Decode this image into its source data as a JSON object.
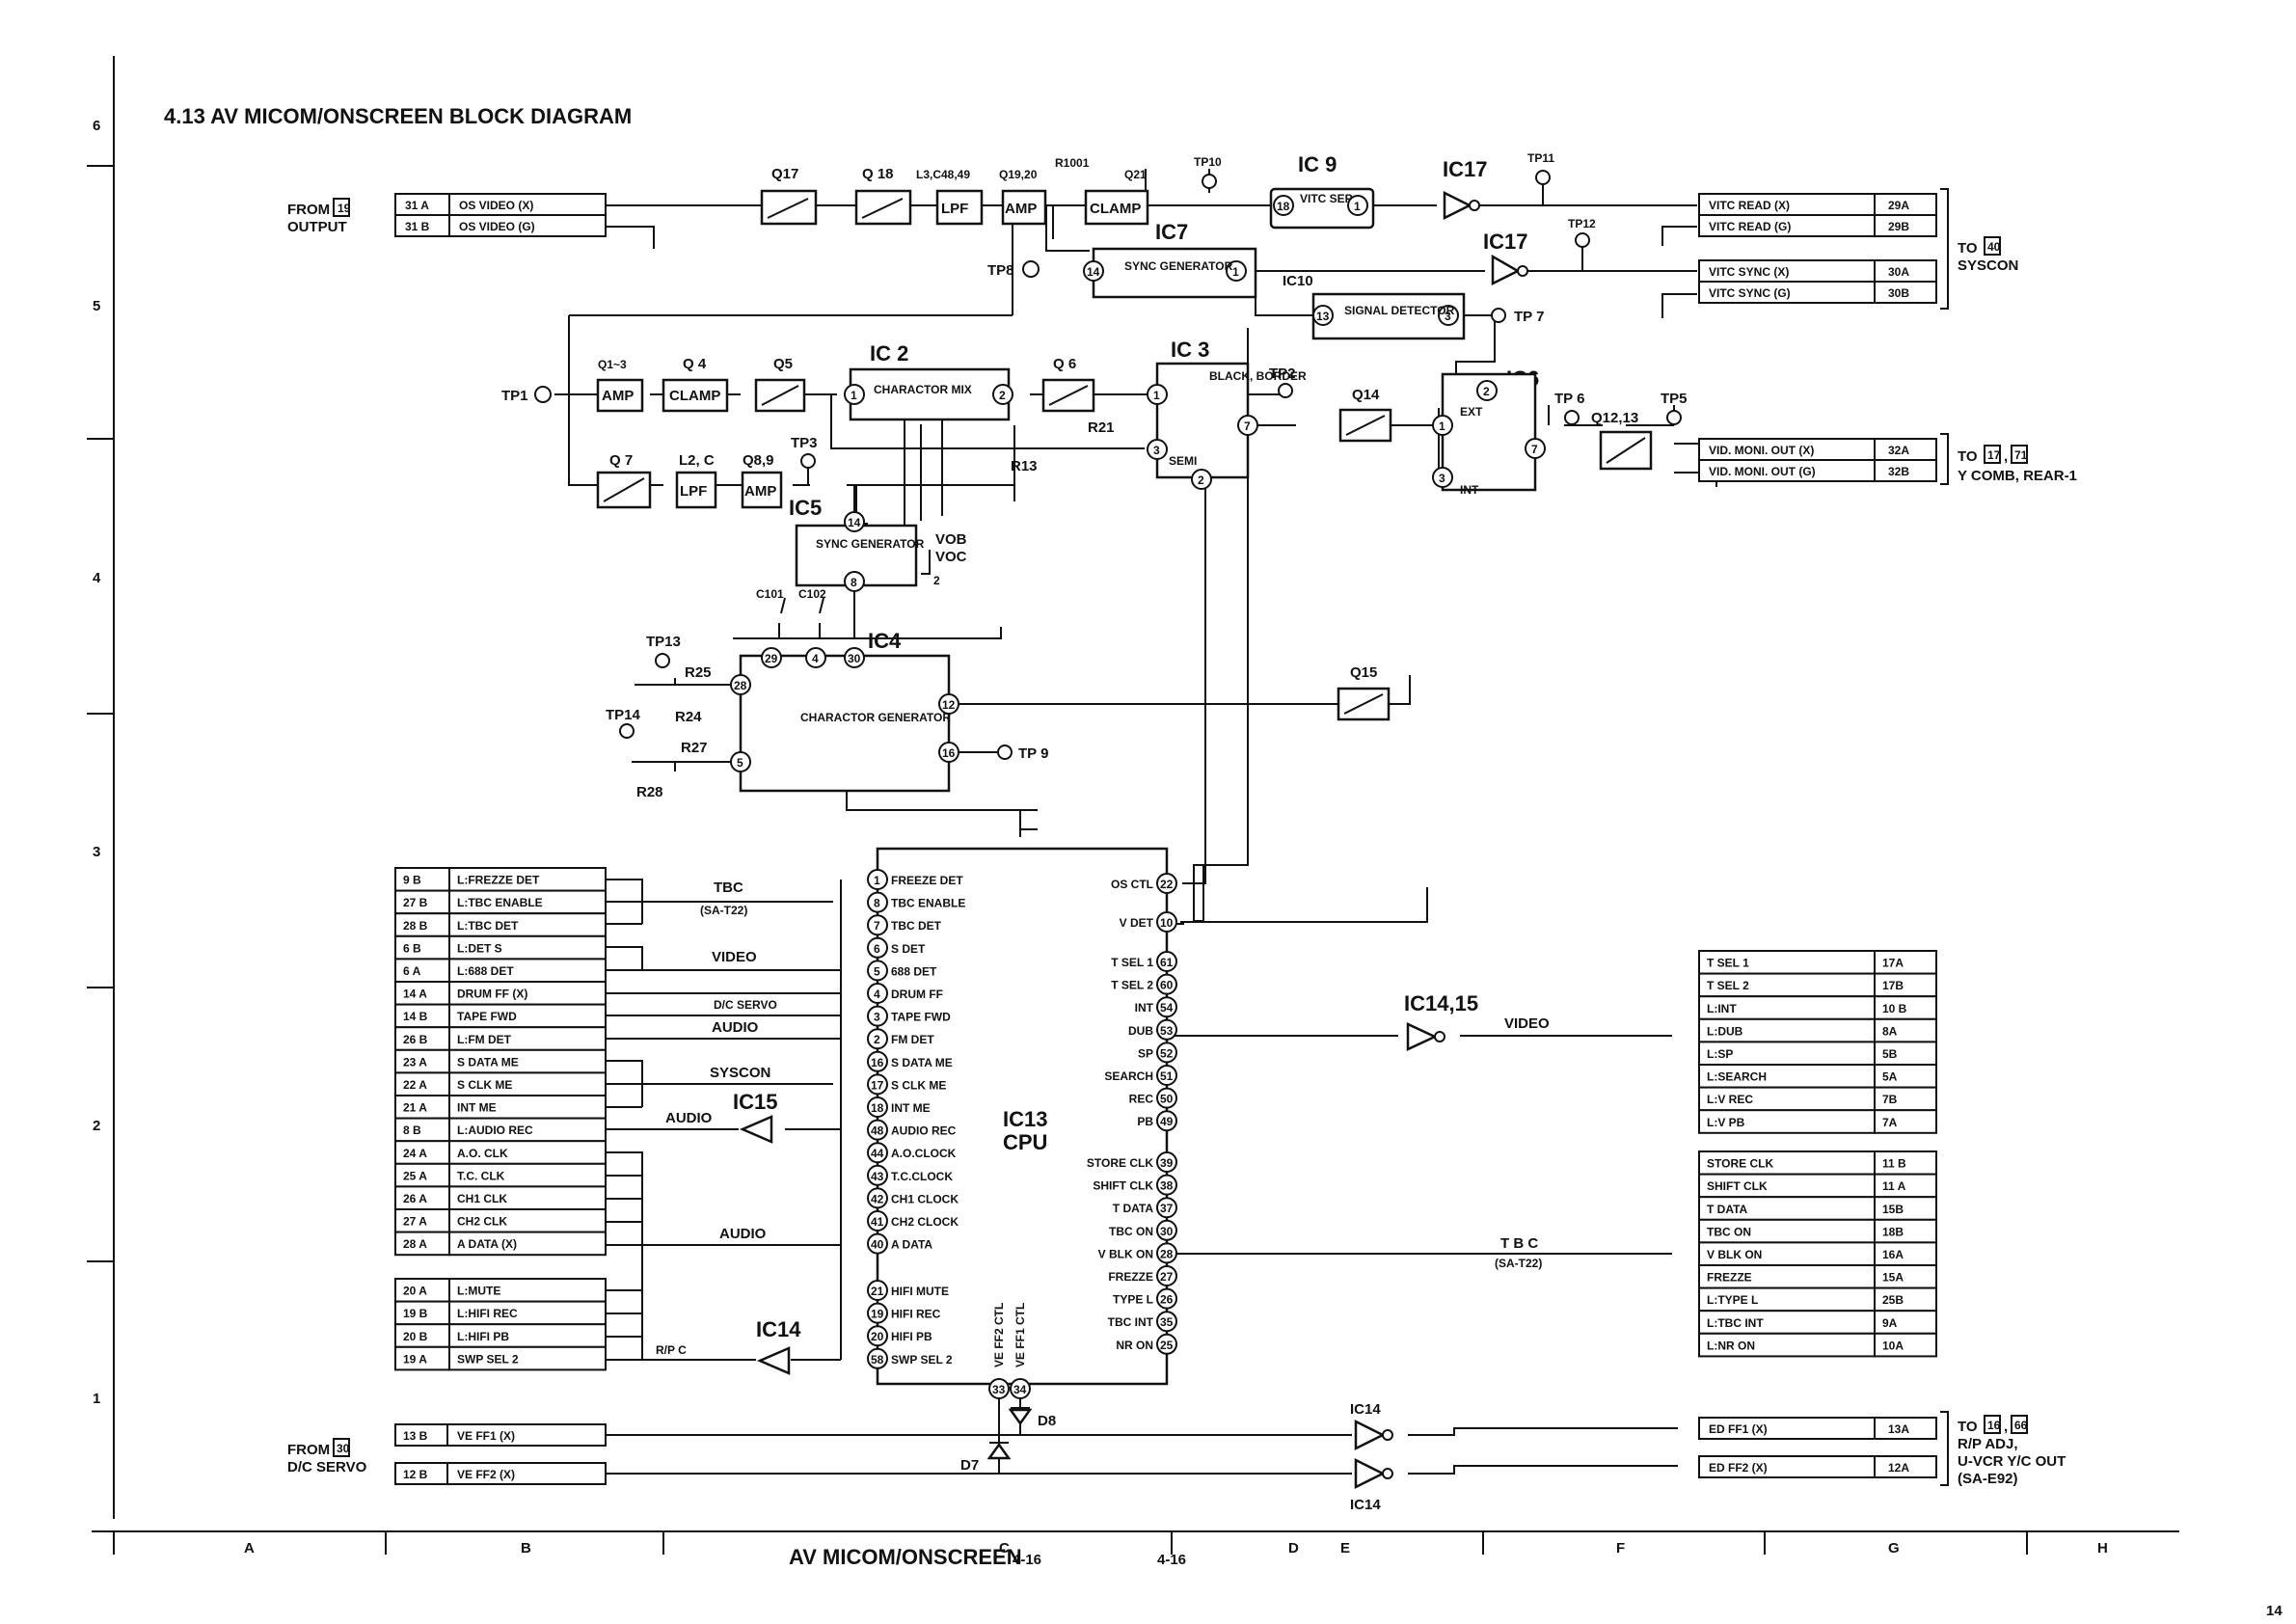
{
  "title": "4.13  AV MICOM/ONSCREEN BLOCK DIAGRAM",
  "footer": {
    "center": "AV MICOM/ONSCREEN",
    "page_left": "4-16",
    "page_right": "4-16",
    "page_number": "14"
  },
  "grid": {
    "cols": [
      "A",
      "B",
      "C",
      "D",
      "E",
      "F",
      "G",
      "H"
    ],
    "rows": [
      "6",
      "5",
      "4",
      "3",
      "2",
      "1"
    ]
  },
  "sources": {
    "output": {
      "label1": "FROM",
      "num": "19",
      "label2": "OUTPUT"
    },
    "dc_servo": {
      "label1": "FROM",
      "num": "30",
      "label2": "D/C SERVO"
    }
  },
  "dests": {
    "syscon": {
      "label1": "TO",
      "num": "40",
      "label2": "SYSCON"
    },
    "ycomb": {
      "label1": "TO",
      "num1": "17",
      "num2": "71",
      "label2": "Y COMB, REAR-1"
    },
    "rp": {
      "label1": "TO",
      "num1": "16",
      "num2": "66",
      "line2": "R/P ADJ,",
      "line3": "U-VCR Y/C OUT",
      "line4": "(SA-E92)"
    }
  },
  "connectors": {
    "os_in": [
      {
        "pin": "31 A",
        "name": "OS  VIDEO (X)"
      },
      {
        "pin": "31 B",
        "name": "OS  VIDEO (G)"
      }
    ],
    "vitc_out": [
      {
        "name": "VITC  READ (X)",
        "pin": "29A"
      },
      {
        "name": "VITC  READ (G)",
        "pin": "29B"
      },
      {
        "name": "VITC  SYNC (X)",
        "pin": "30A"
      },
      {
        "name": "VITC  SYNC (G)",
        "pin": "30B"
      }
    ],
    "vid_out": [
      {
        "name": "VID. MONI. OUT (X)",
        "pin": "32A"
      },
      {
        "name": "VID. MONI. OUT (G)",
        "pin": "32B"
      }
    ],
    "left": [
      {
        "pin": "9 B",
        "name": "L:FREZZE DET"
      },
      {
        "pin": "27 B",
        "name": "L:TBC ENABLE"
      },
      {
        "pin": "28 B",
        "name": "L:TBC DET"
      },
      {
        "pin": "6 B",
        "name": "L:DET S"
      },
      {
        "pin": "6 A",
        "name": "L:688 DET"
      },
      {
        "pin": "14 A",
        "name": "DRUM FF (X)"
      },
      {
        "pin": "14 B",
        "name": "TAPE FWD"
      },
      {
        "pin": "26 B",
        "name": "L:FM DET"
      },
      {
        "pin": "23 A",
        "name": "S DATA ME"
      },
      {
        "pin": "22 A",
        "name": "S CLK ME"
      },
      {
        "pin": "21 A",
        "name": "INT ME"
      },
      {
        "pin": "8 B",
        "name": "L:AUDIO REC"
      },
      {
        "pin": "24 A",
        "name": "A.O. CLK"
      },
      {
        "pin": "25 A",
        "name": "T.C. CLK"
      },
      {
        "pin": "26 A",
        "name": "CH1 CLK"
      },
      {
        "pin": "27 A",
        "name": "CH2 CLK"
      },
      {
        "pin": "28 A",
        "name": "A DATA (X)"
      }
    ],
    "left2": [
      {
        "pin": "20 A",
        "name": "L:MUTE"
      },
      {
        "pin": "19 B",
        "name": "L:HIFI REC"
      },
      {
        "pin": "20 B",
        "name": "L:HIFI PB"
      },
      {
        "pin": "19 A",
        "name": "SWP SEL 2"
      }
    ],
    "right1": [
      {
        "name": "T SEL 1",
        "pin": "17A"
      },
      {
        "name": "T SEL 2",
        "pin": "17B"
      },
      {
        "name": "L:INT",
        "pin": "10 B"
      },
      {
        "name": "L:DUB",
        "pin": "8A"
      },
      {
        "name": "L:SP",
        "pin": "5B"
      },
      {
        "name": "L:SEARCH",
        "pin": "5A"
      },
      {
        "name": "L:V REC",
        "pin": "7B"
      },
      {
        "name": "L:V PB",
        "pin": "7A"
      }
    ],
    "right2": [
      {
        "name": "STORE CLK",
        "pin": "11 B"
      },
      {
        "name": "SHIFT CLK",
        "pin": "11 A"
      },
      {
        "name": "T DATA",
        "pin": "15B"
      },
      {
        "name": "TBC ON",
        "pin": "18B"
      },
      {
        "name": "V BLK ON",
        "pin": "16A"
      },
      {
        "name": "FREZZE",
        "pin": "15A"
      },
      {
        "name": "L:TYPE L",
        "pin": "25B"
      },
      {
        "name": "L:TBC INT",
        "pin": "9A"
      },
      {
        "name": "L:NR ON",
        "pin": "10A"
      }
    ],
    "ve_in": [
      {
        "pin": "13 B",
        "name": "VE FF1 (X)"
      },
      {
        "pin": "12 B",
        "name": "VE FF2 (X)"
      }
    ],
    "ed_out": [
      {
        "name": "ED FF1 (X)",
        "pin": "13A"
      },
      {
        "name": "ED FF2 (X)",
        "pin": "12A"
      }
    ]
  },
  "cpu": {
    "name": "IC13",
    "sub": "CPU",
    "left_pins": [
      {
        "n": "1",
        "name": "FREEZE DET"
      },
      {
        "n": "8",
        "name": "TBC ENABLE"
      },
      {
        "n": "7",
        "name": "TBC DET"
      },
      {
        "n": "6",
        "name": "S DET"
      },
      {
        "n": "5",
        "name": "688 DET"
      },
      {
        "n": "4",
        "name": "DRUM FF"
      },
      {
        "n": "3",
        "name": "TAPE FWD"
      },
      {
        "n": "2",
        "name": "FM DET"
      },
      {
        "n": "16",
        "name": "S DATA ME"
      },
      {
        "n": "17",
        "name": "S CLK ME"
      },
      {
        "n": "18",
        "name": "INT ME"
      },
      {
        "n": "48",
        "name": "AUDIO REC"
      },
      {
        "n": "44",
        "name": "A.O.CLOCK"
      },
      {
        "n": "43",
        "name": "T.C.CLOCK"
      },
      {
        "n": "42",
        "name": "CH1 CLOCK"
      },
      {
        "n": "41",
        "name": "CH2 CLOCK"
      },
      {
        "n": "40",
        "name": "A DATA"
      },
      {
        "n": "21",
        "name": "HIFI MUTE"
      },
      {
        "n": "19",
        "name": "HIFI REC"
      },
      {
        "n": "20",
        "name": "HIFI PB"
      },
      {
        "n": "58",
        "name": "SWP SEL 2"
      }
    ],
    "right_pins": [
      {
        "n": "22",
        "name": "OS CTL"
      },
      {
        "n": "10",
        "name": "V DET"
      },
      {
        "n": "61",
        "name": "T SEL 1"
      },
      {
        "n": "60",
        "name": "T SEL 2"
      },
      {
        "n": "54",
        "name": "INT"
      },
      {
        "n": "53",
        "name": "DUB"
      },
      {
        "n": "52",
        "name": "SP"
      },
      {
        "n": "51",
        "name": "SEARCH"
      },
      {
        "n": "50",
        "name": "REC"
      },
      {
        "n": "49",
        "name": "PB"
      },
      {
        "n": "39",
        "name": "STORE CLK"
      },
      {
        "n": "38",
        "name": "SHIFT CLK"
      },
      {
        "n": "37",
        "name": "T DATA"
      },
      {
        "n": "30",
        "name": "TBC ON"
      },
      {
        "n": "28",
        "name": "V BLK ON"
      },
      {
        "n": "27",
        "name": "FREZZE"
      },
      {
        "n": "26",
        "name": "TYPE L"
      },
      {
        "n": "35",
        "name": "TBC INT"
      },
      {
        "n": "25",
        "name": "NR ON"
      }
    ],
    "bottom_pins": [
      {
        "n": "33",
        "name": "VE FF2 CTL"
      },
      {
        "n": "34",
        "name": "VE FF1 CTL"
      }
    ]
  },
  "blocks": {
    "q17": "Q17",
    "q18": "Q 18",
    "l3": "L3,C48,49",
    "lpf": "LPF",
    "q1920": "Q19,20",
    "amp": "AMP",
    "r1001": "R1001",
    "q21": "Q21",
    "clamp": "CLAMP",
    "tp10": "TP10",
    "ic9": "IC 9",
    "vitc_sep": "VITC SEP",
    "ic17a": "IC17",
    "tp11": "TP11",
    "ic7": "IC7",
    "sync_gen": "SYNC GENERATOR",
    "tp8": "TP8",
    "ic17b": "IC17",
    "tp12": "TP12",
    "ic10": "IC10",
    "sig_det": "SIGNAL DETECTOR",
    "tp7": "TP 7",
    "tp1": "TP1",
    "q13": "Q1~3",
    "q4": "Q 4",
    "q5": "Q5",
    "clamp2": "CLAMP",
    "ic2": "IC 2",
    "char_mix": "CHARACTOR MIX",
    "q6": "Q 6",
    "ic3": "IC 3",
    "black_border": "BLACK, BORDER",
    "semi": "SEMI",
    "r21": "R21",
    "tp2": "TP2",
    "q14": "Q14",
    "ic6": "IC6",
    "ext": "EXT",
    "int": "INT",
    "tp6": "TP 6",
    "q1213": "Q12,13",
    "tp5": "TP5",
    "q7": "Q 7",
    "l2c": "L2, C",
    "q89": "Q8,9",
    "tp3": "TP3",
    "r13": "R13",
    "ic5": "IC5",
    "sync_gen2": "SYNC GENERATOR",
    "vob": "VOB",
    "voc": "VOC",
    "bus2": "2",
    "c101": "C101",
    "c102": "C102",
    "ic4": "IC4",
    "char_gen": "CHARACTOR GENERATOR",
    "tp13": "TP13",
    "r25": "R25",
    "r24": "R24",
    "tp14": "TP14",
    "r27": "R27",
    "r28": "R28",
    "tp9": "TP 9",
    "q15": "Q15",
    "ic1415": "IC14,15",
    "ic15": "IC15",
    "ic14a": "IC14",
    "ic14b": "IC14",
    "ic14c": "IC14",
    "d7": "D7",
    "d8": "D8"
  },
  "signals": {
    "tbc": "TBC",
    "sa_t22": "(SA-T22)",
    "video": "VIDEO",
    "dc_servo": "D/C SERVO",
    "audio": "AUDIO",
    "syscon": "SYSCON",
    "audio2": "AUDIO",
    "audio3": "AUDIO",
    "rpc": "R/P C",
    "video_r": "VIDEO",
    "tbc_r": "T B C",
    "sa_t22_r": "(SA-T22)"
  }
}
